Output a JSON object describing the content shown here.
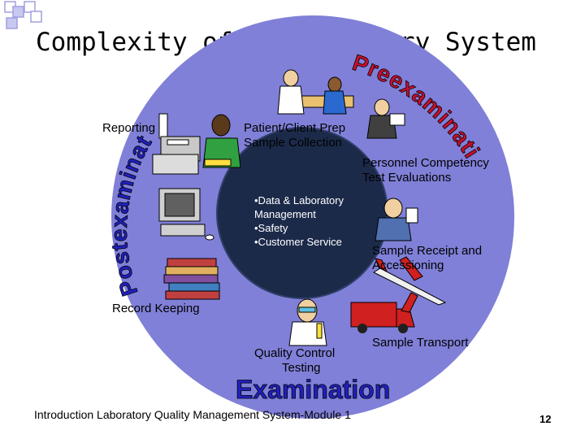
{
  "slide": {
    "title": "Complexity of a Laboratory System",
    "footer": "Introduction Laboratory Quality Management System-Module 1",
    "page_number": "12"
  },
  "phases": {
    "pre": "Preexamination",
    "exam": "Examination",
    "post": "Postexamination"
  },
  "labels": {
    "reporting": "Reporting",
    "patient_prep_1": "Patient/Client Prep",
    "patient_prep_2": "Sample Collection",
    "competency_1": "Personnel Competency",
    "competency_2": "Test Evaluations",
    "receipt_1": "Sample Receipt and",
    "receipt_2": "Accessioning",
    "transport": "Sample Transport",
    "qc_1": "Quality Control",
    "qc_2": "Testing",
    "record": "Record Keeping"
  },
  "center": {
    "items": [
      "•Data & Laboratory",
      "Management",
      "•Safety",
      "•Customer Service"
    ]
  },
  "colors": {
    "ring": "#8080d8",
    "center": "#1c2a4a",
    "pre_letters": "#c8102e",
    "exam_letters": "#2020c0",
    "post_letters": "#2020c0",
    "letter_outline": "#000000"
  },
  "icons": [
    "phlebotomy-illustration",
    "receptionist-illustration",
    "fax-machine-icon",
    "computer-icon",
    "book-stack-icon",
    "lab-technician-illustration",
    "van-icon",
    "airplane-icon",
    "personnel-illustration"
  ]
}
